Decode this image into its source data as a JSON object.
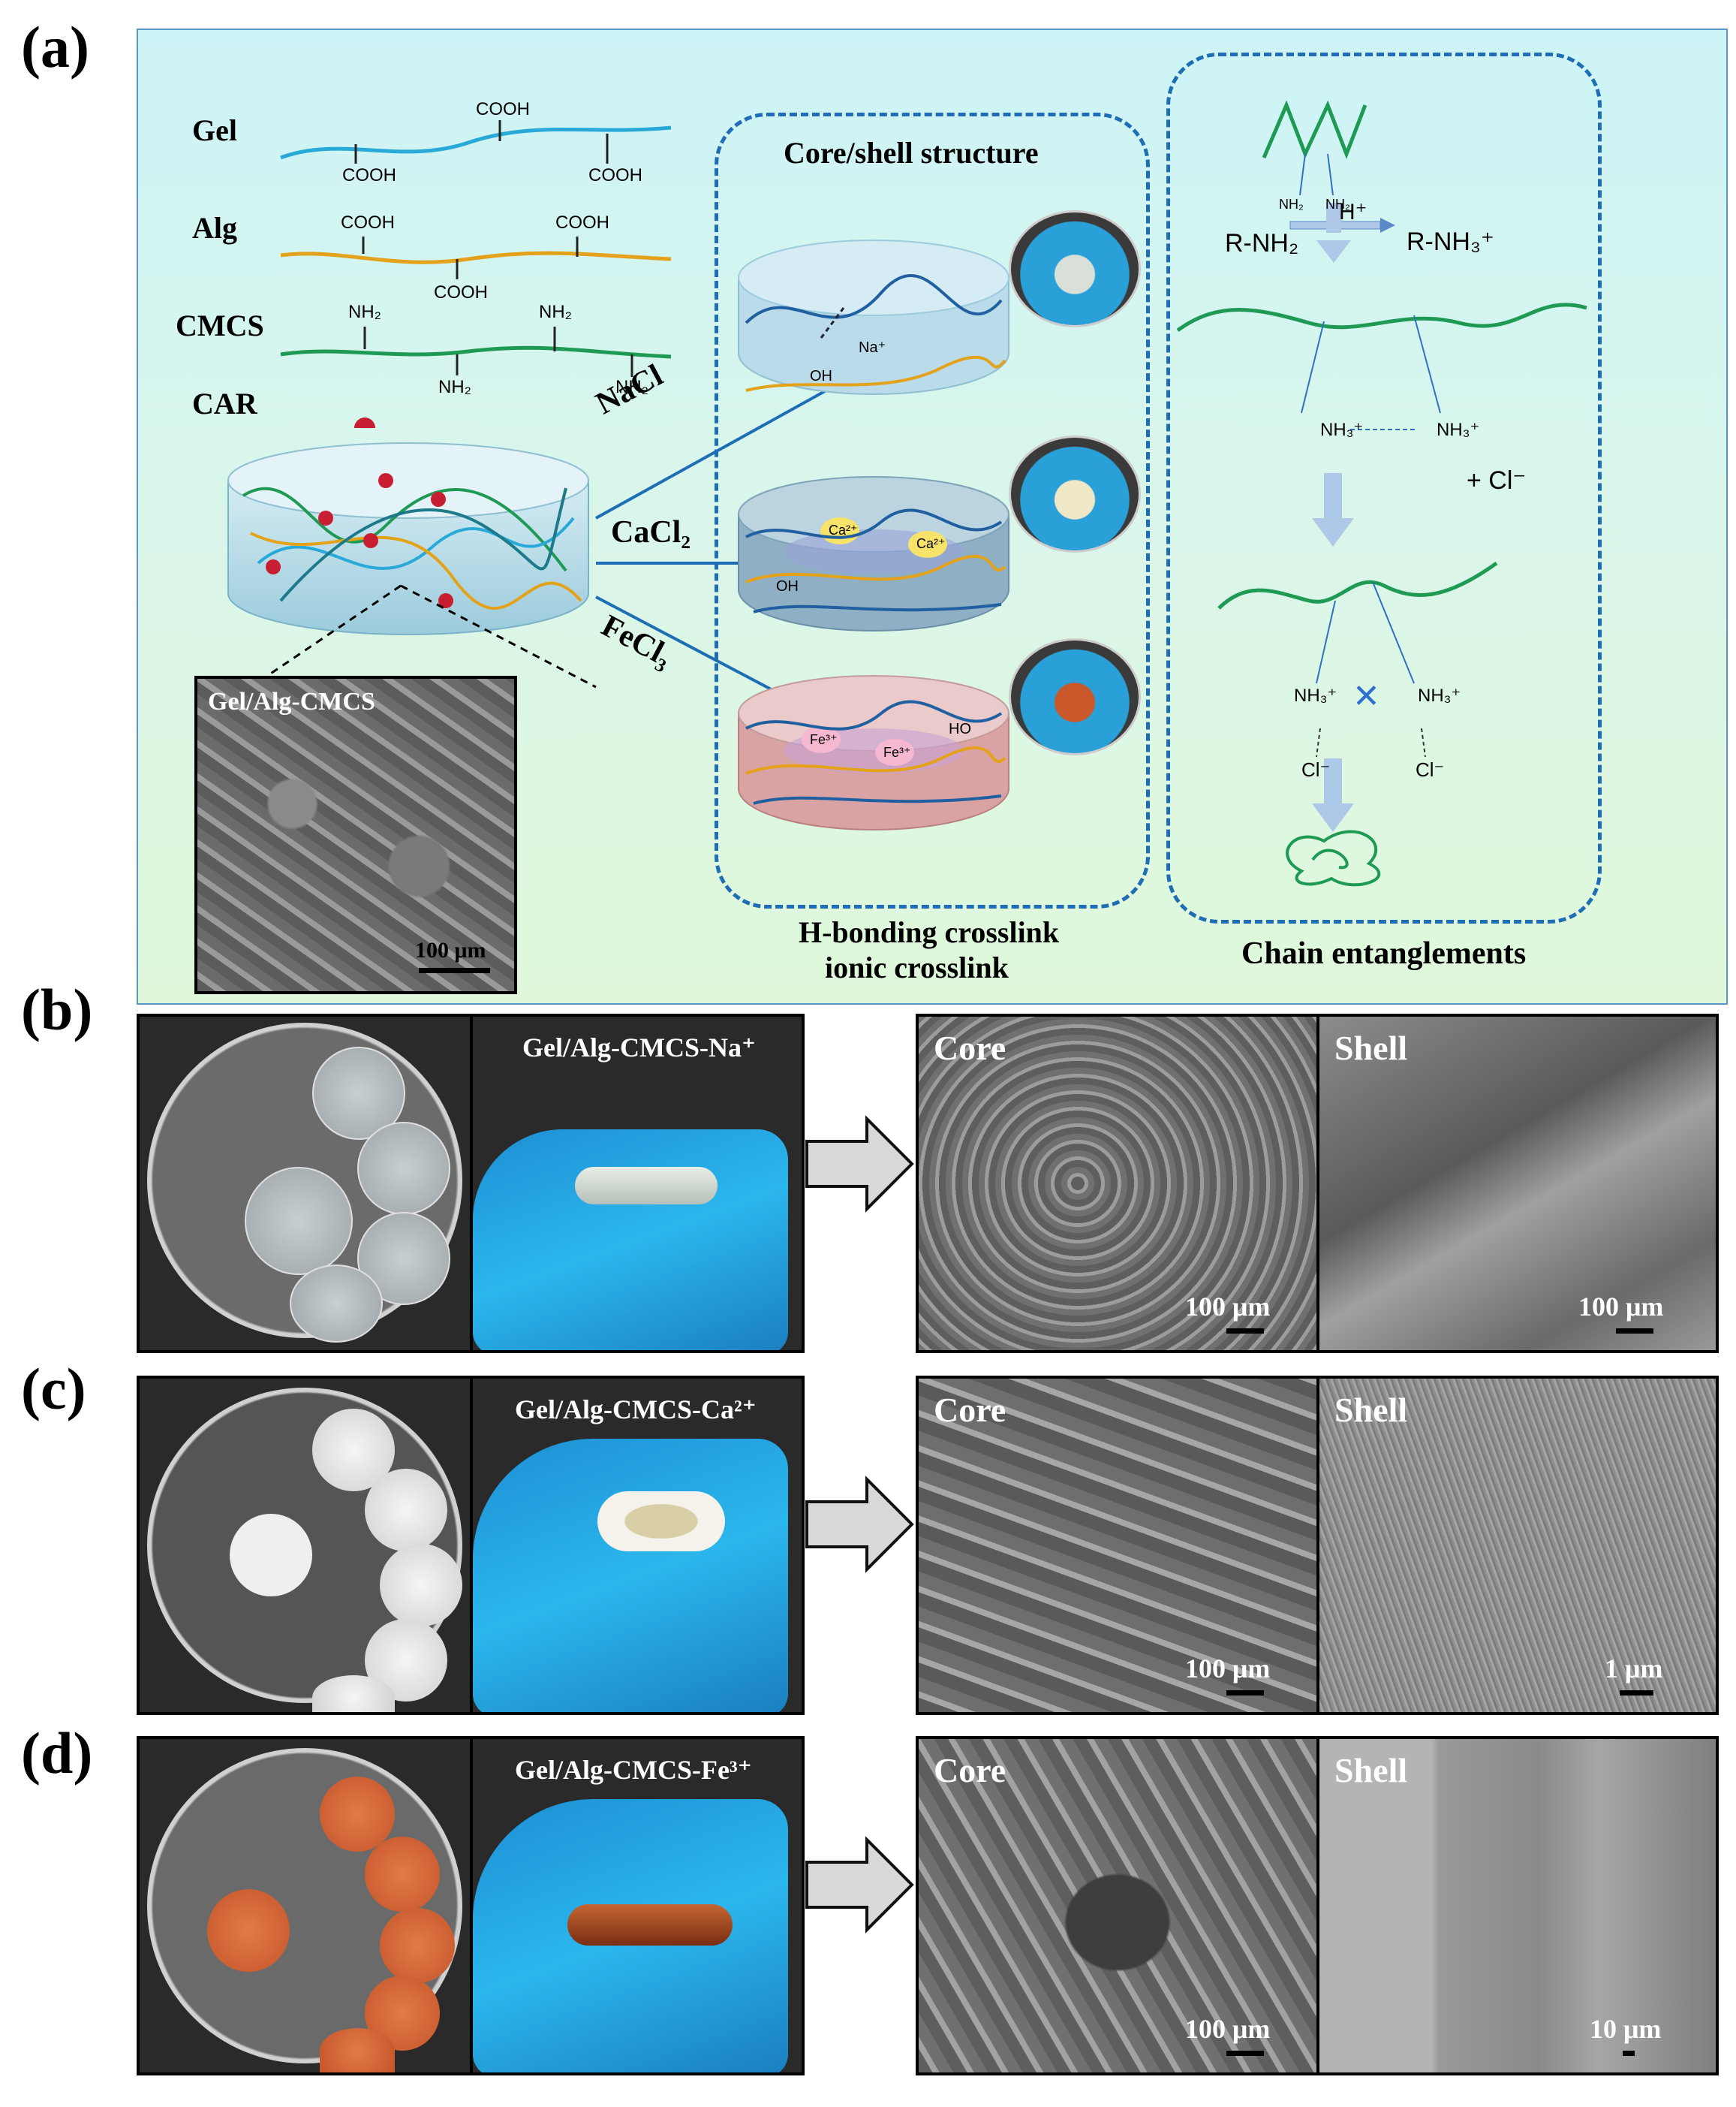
{
  "panel_labels": {
    "a": "(a)",
    "b": "(b)",
    "c": "(c)",
    "d": "(d)"
  },
  "legend": {
    "gel": "Gel",
    "alg": "Alg",
    "cmcs": "CMCS",
    "car": "CAR",
    "cooh": "COOH",
    "nh2": "NH₂"
  },
  "sem_inset": {
    "title": "Gel/Alg-CMCS",
    "scale": "100 μm"
  },
  "salts": {
    "nacl": "NaCl",
    "cacl2": "CaCl₂",
    "fecl3": "FeCl₃"
  },
  "core_shell": {
    "title": "Core/shell structure",
    "caption_line1": "H-bonding crosslink",
    "caption_line2": "ionic crosslink",
    "na_ion": "Na⁺",
    "ca_ion": "Ca²⁺",
    "fe_ion": "Fe³⁺",
    "oh": "OH",
    "ho": "HO"
  },
  "mechanism": {
    "r_nh2": "R-NH₂",
    "h_plus": "H⁺",
    "r_nh3": "R-NH₃⁺",
    "nh3": "NH₃⁺",
    "cl_add": "+ Cl⁻",
    "cl": "Cl⁻",
    "caption": "Chain entanglements"
  },
  "rows": [
    {
      "sample_label": "Gel/Alg-CMCS-Na⁺",
      "core": "Core",
      "shell": "Shell",
      "core_scale": "100 μm",
      "shell_scale": "100 μm"
    },
    {
      "sample_label": "Gel/Alg-CMCS-Ca²⁺",
      "core": "Core",
      "shell": "Shell",
      "core_scale": "100 μm",
      "shell_scale": "1 μm"
    },
    {
      "sample_label": "Gel/Alg-CMCS-Fe³⁺",
      "core": "Core",
      "shell": "Shell",
      "core_scale": "100 μm",
      "shell_scale": "10 μm"
    }
  ],
  "colors": {
    "gel_chain": "#29a9d8",
    "alg_chain": "#e4a21a",
    "cmcs_chain": "#1e9a55",
    "car_dot": "#c81e32",
    "dashed_border": "#1f6db4",
    "panel_bg": "#d6f5ee"
  }
}
